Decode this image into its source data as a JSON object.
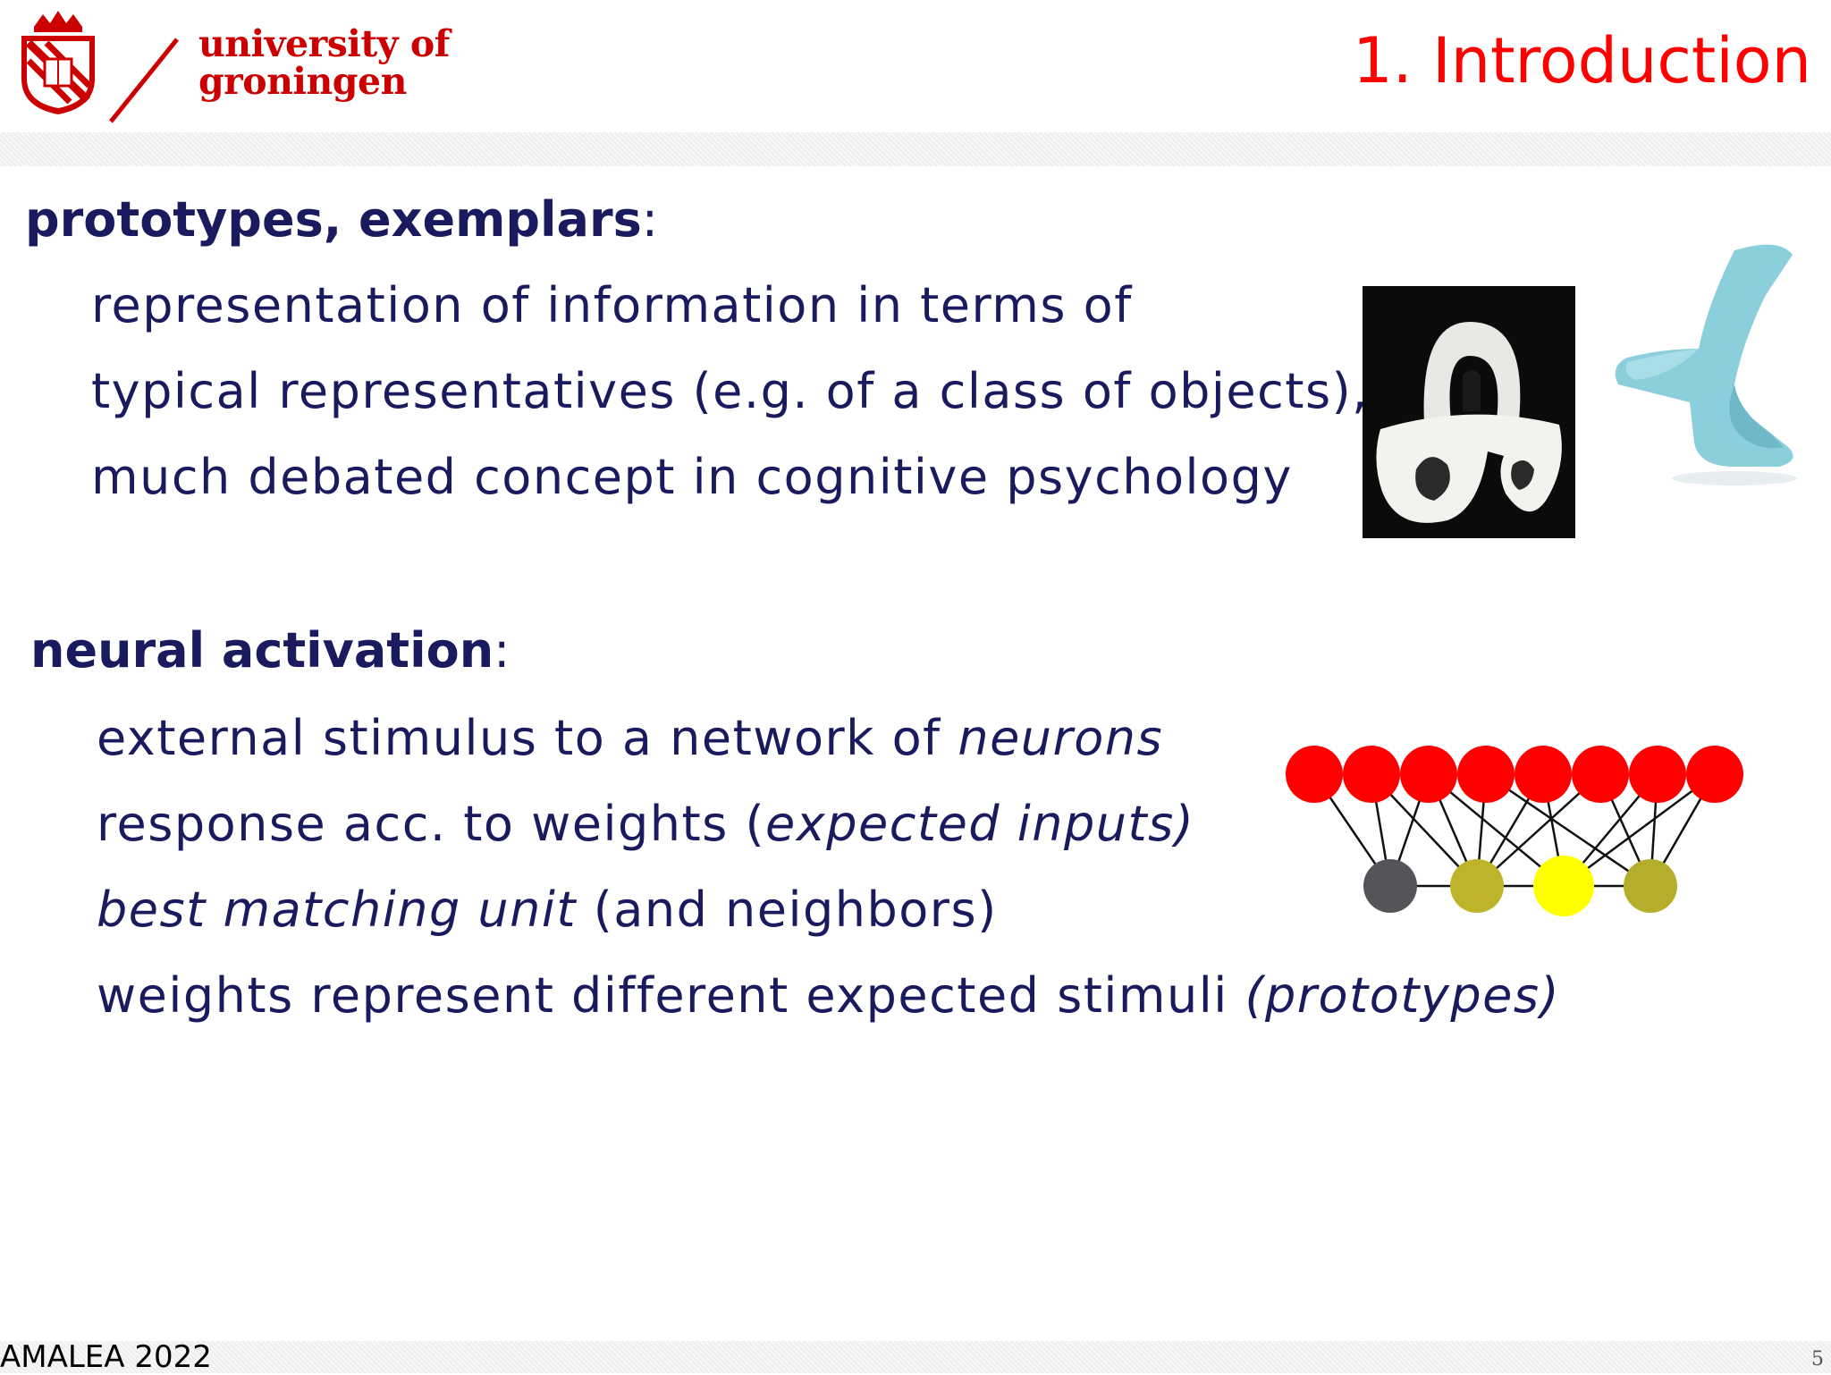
{
  "header": {
    "logo_line1": "university of",
    "logo_line2": "groningen",
    "title": "1. Introduction"
  },
  "section1": {
    "heading_bold": "prototypes, exemplars",
    "heading_colon": ":",
    "lines": [
      "representation of information in terms of",
      "typical representatives (e.g. of a class of objects),",
      "much debated concept in cognitive psychology"
    ]
  },
  "section2": {
    "heading_bold": "neural activation",
    "heading_colon": ":",
    "line1_text": "external stimulus to a network of ",
    "line1_italic": "neurons",
    "line2_text": "response acc. to  weights (",
    "line2_italic": "expected inputs)",
    "line3_italic": "best matching unit",
    "line3_text": " (and neighbors)",
    "line4_text": "weights represent different expected stimuli ",
    "line4_italic": "(prototypes)"
  },
  "footer": {
    "left": "AMALEA 2022",
    "page": "5"
  },
  "colors": {
    "brand_red": "#cc0000",
    "title_red": "#ff0000",
    "text_navy": "#1a1a5e",
    "neuron_red": "#ff0000",
    "node_gray": "#555559",
    "node_olive": "#bdb42a",
    "node_yellow": "#ffff00"
  }
}
